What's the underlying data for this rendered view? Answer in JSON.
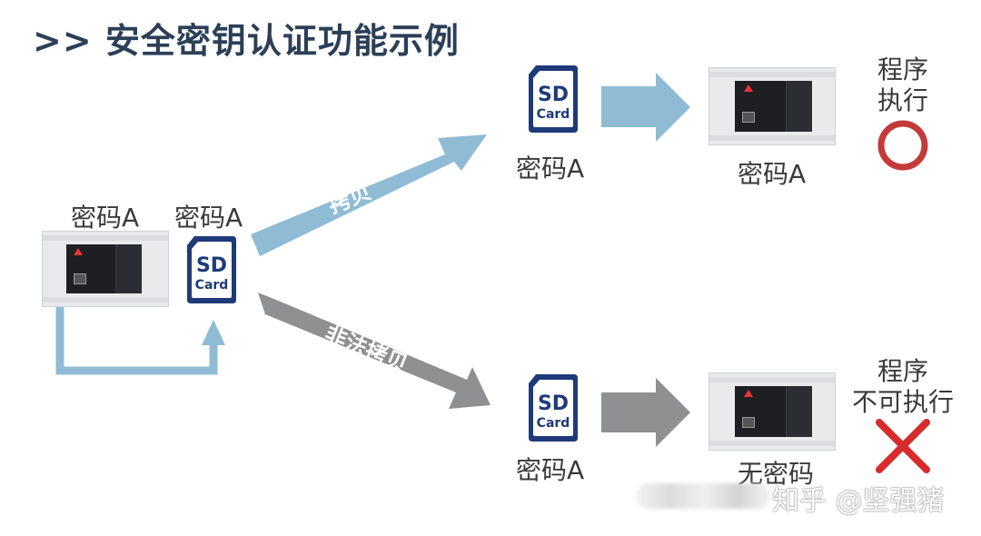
{
  "title": ">> 安全密钥认证功能示例",
  "source": {
    "plc_label": "密码A",
    "sd_label": "密码A"
  },
  "sd_card": {
    "line1": "SD",
    "line2": "Card"
  },
  "paths": {
    "copy": {
      "arrow_text": "拷贝",
      "sd_label": "密码A",
      "plc_label": "密码A",
      "result_text_line1": "程序",
      "result_text_line2": "执行",
      "result_symbol": "circle"
    },
    "illegal_copy": {
      "arrow_text": "非法拷贝",
      "sd_label": "密码A",
      "plc_label": "无密码",
      "result_text_line1": "程序",
      "result_text_line2": "不可执行",
      "result_symbol": "cross"
    }
  },
  "watermark": "知乎 @坚强猪",
  "colors": {
    "copy_arrow": "#8fbcd4",
    "illegal_arrow": "#8f9092",
    "sd_blue": "#1f3a78",
    "ok": "#c43a3a",
    "ng": "#d82b2b",
    "title": "#2c3f57"
  }
}
